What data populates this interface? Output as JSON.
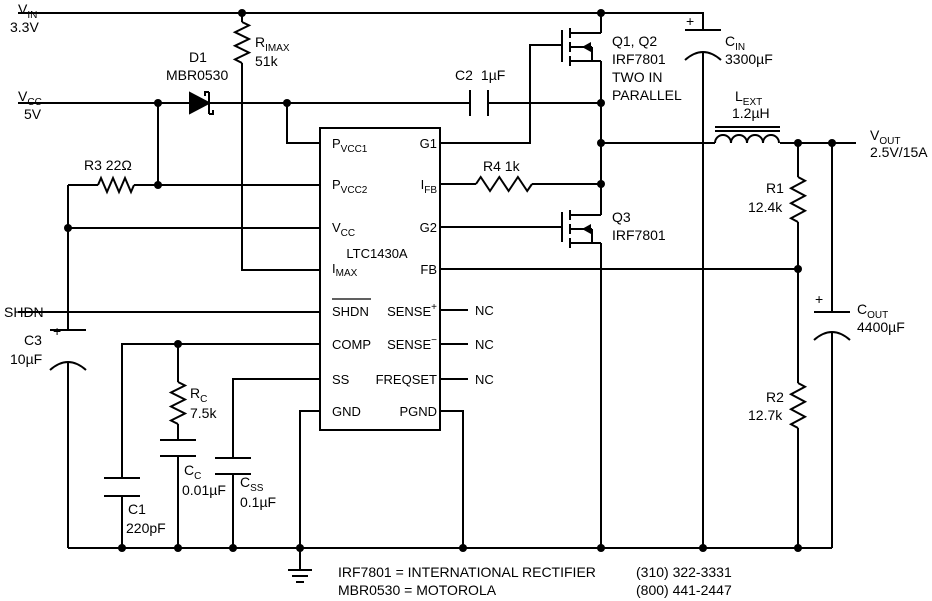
{
  "nets": {
    "vin_name": "V",
    "vin_sub": "IN",
    "vin_val": "3.3V",
    "vcc_name": "V",
    "vcc_sub": "CC",
    "vcc_val": "5V",
    "vout_name": "V",
    "vout_sub": "OUT",
    "vout_val": "2.5V/15A",
    "shdn": "SHDN"
  },
  "ic": {
    "name": "LTC1430A",
    "pins": {
      "pvcc1": "P",
      "pvcc1_sub": "VCC1",
      "pvcc2": "P",
      "pvcc2_sub": "VCC2",
      "vcc": "V",
      "vcc_sub": "CC",
      "imax": "I",
      "imax_sub": "MAX",
      "shdn": "SHDN",
      "comp": "COMP",
      "ss": "SS",
      "gnd": "GND",
      "g1": "G1",
      "ifb": "I",
      "ifb_sub": "FB",
      "g2": "G2",
      "fb": "FB",
      "sense_p": "SENSE",
      "sense_p_sup": "+",
      "sense_n": "SENSE",
      "sense_n_sup": "−",
      "freqset": "FREQSET",
      "pgnd": "PGND"
    },
    "nc_label": "NC"
  },
  "components": {
    "rimax_name": "R",
    "rimax_sub": "IMAX",
    "rimax_val": "51k",
    "d1_name": "D1",
    "d1_part": "MBR0530",
    "c2_name": "C2",
    "c2_val": "1µF",
    "r3": "R3 22Ω",
    "r4": "R4  1k",
    "q1_l1": "Q1, Q2",
    "q1_l2": "IRF7801",
    "q1_l3": "TWO IN",
    "q1_l4": "PARALLEL",
    "q3_l1": "Q3",
    "q3_l2": "IRF7801",
    "cin_name": "C",
    "cin_sub": "IN",
    "cin_val": "3300µF",
    "lext_name": "L",
    "lext_sub": "EXT",
    "lext_val": "1.2µH",
    "r1_name": "R1",
    "r1_val": "12.4k",
    "r2_name": "R2",
    "r2_val": "12.7k",
    "cout_name": "C",
    "cout_sub": "OUT",
    "cout_val": "4400µF",
    "c3_name": "C3",
    "c3_val": "10µF",
    "rc_name": "R",
    "rc_sub": "C",
    "rc_val": "7.5k",
    "cc_name": "C",
    "cc_sub": "C",
    "cc_val": "0.01µF",
    "css_name": "C",
    "css_sub": "SS",
    "css_val": "0.1µF",
    "c1_name": "C1",
    "c1_val": "220pF",
    "polarity": "+"
  },
  "notes": [
    {
      "text": "IRF7801 = INTERNATIONAL RECTIFIER",
      "phone": "(310) 322-3331"
    },
    {
      "text": "MBR0530 = MOTOROLA",
      "phone": "(800) 441-2447"
    }
  ]
}
